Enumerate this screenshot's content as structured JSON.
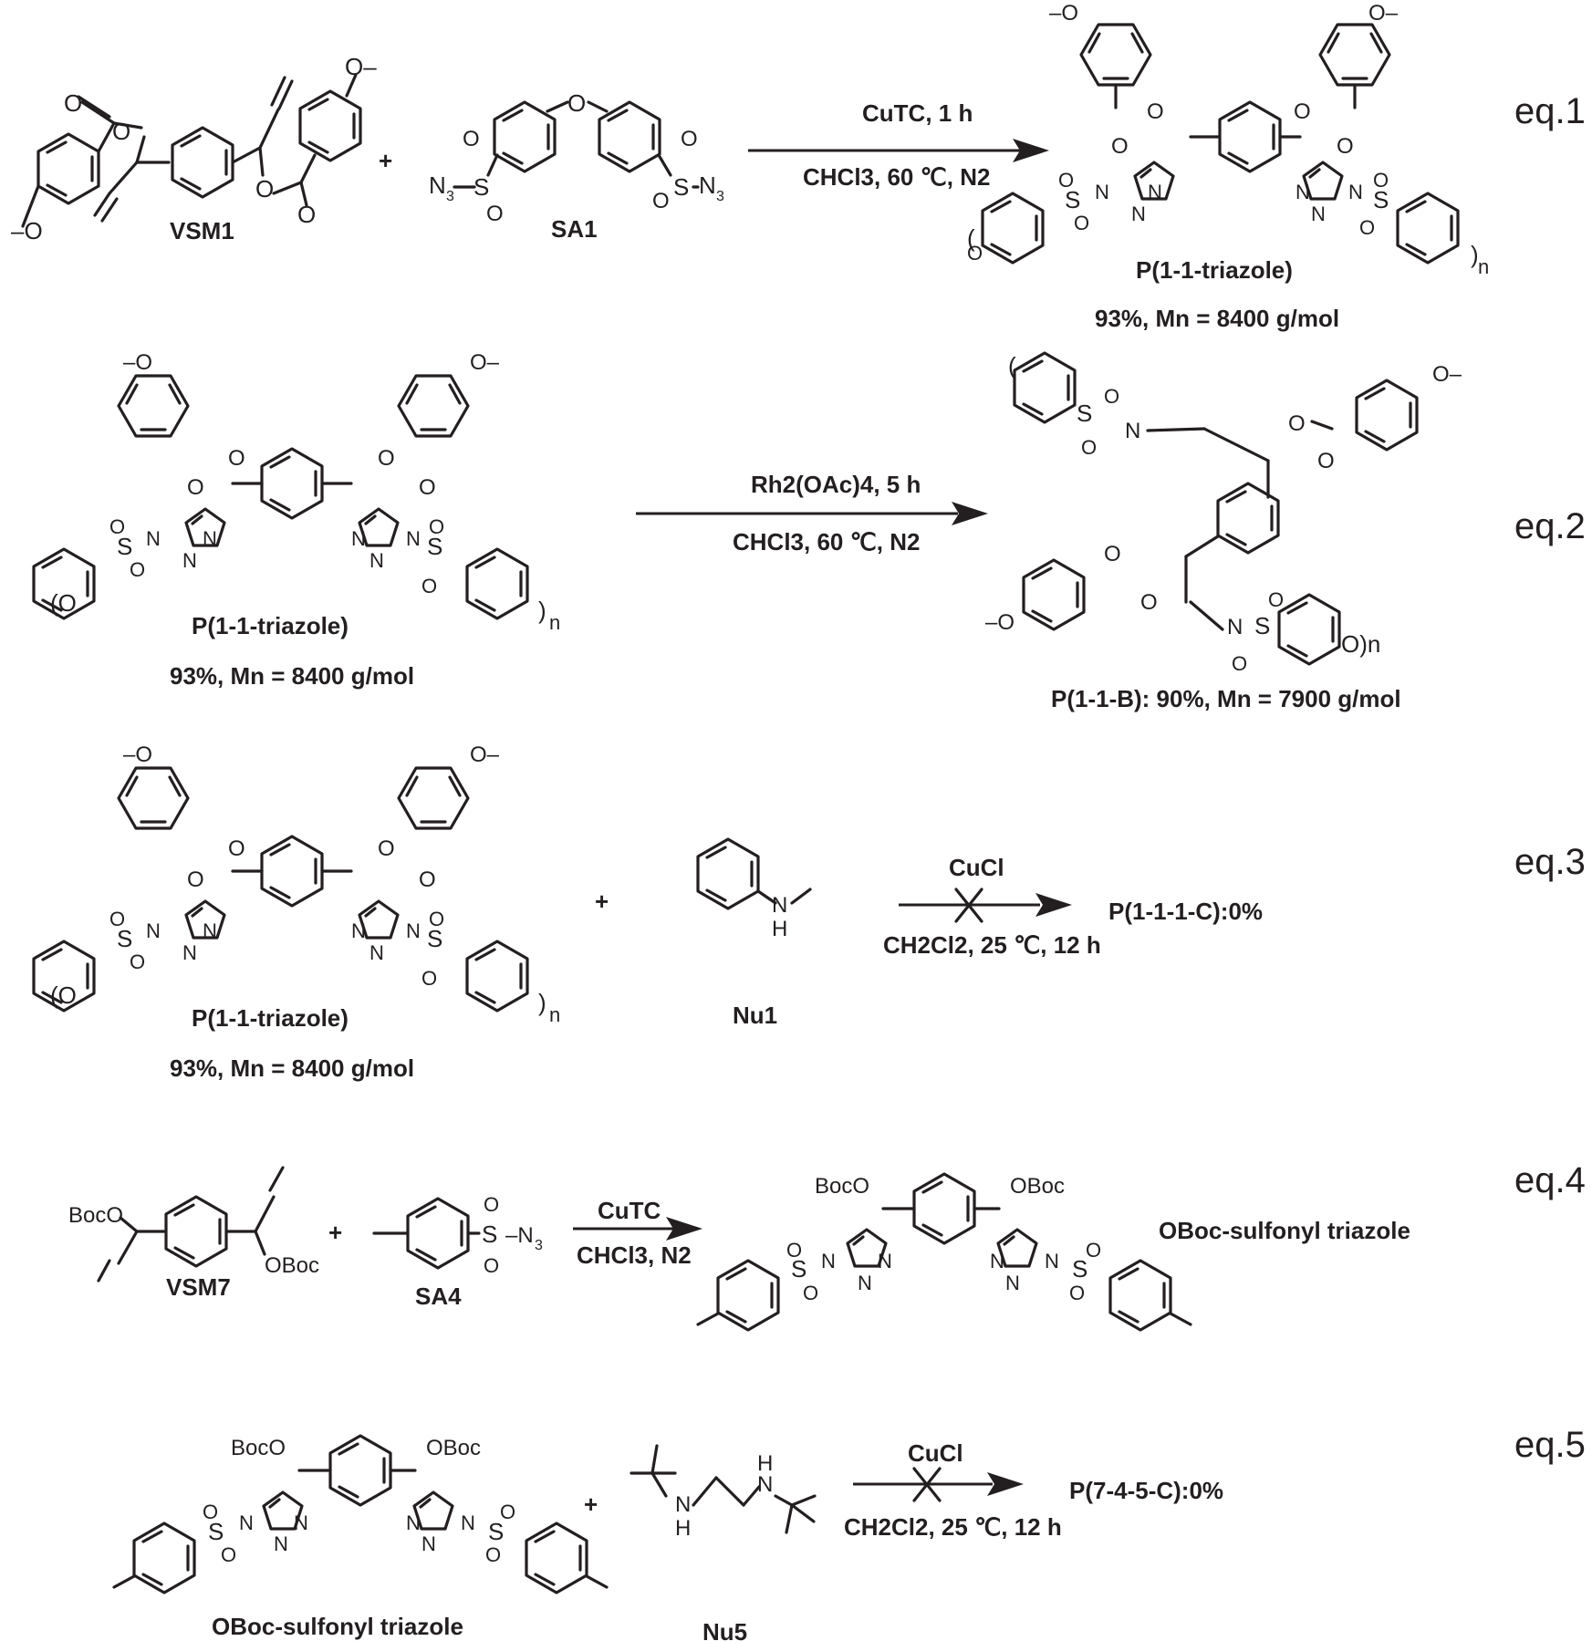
{
  "equations": [
    {
      "tag": "eq.1",
      "reactants": [
        "VSM1",
        "SA1"
      ],
      "plus": "+",
      "conditions_top": "CuTC, 1 h",
      "conditions_bottom": "CHCl3, 60 ℃,  N2",
      "product": "P(1-1-triazole)",
      "yield": "93%, Mn = 8400 g/mol",
      "blocked": false
    },
    {
      "tag": "eq.2",
      "reactants": [
        "P(1-1-triazole)"
      ],
      "reactant_yield": "93%, Mn = 8400 g/mol",
      "conditions_top": "Rh2(OAc)4, 5 h",
      "conditions_bottom": "CHCl3, 60 ℃,  N2",
      "product_yield": "P(1-1-B): 90%, Mn = 7900 g/mol",
      "blocked": false
    },
    {
      "tag": "eq.3",
      "reactants": [
        "P(1-1-triazole)",
        "Nu1"
      ],
      "reactant_yield": "93%, Mn = 8400 g/mol",
      "plus": "+",
      "conditions_top": "CuCl",
      "conditions_bottom": "CH2Cl2, 25 ℃,  12 h",
      "product": "P(1-1-1-C):0%",
      "blocked": true
    },
    {
      "tag": "eq.4",
      "reactants": [
        "VSM7",
        "SA4"
      ],
      "plus": "+",
      "conditions_top": "CuTC",
      "conditions_bottom": "CHCl3, N2",
      "product": "OBoc-sulfonyl triazole",
      "blocked": false
    },
    {
      "tag": "eq.5",
      "reactants": [
        "OBoc-sulfonyl triazole",
        "Nu5"
      ],
      "plus": "+",
      "conditions_top": "CuCl",
      "conditions_bottom": "CH2Cl2, 25 ℃, 12 h",
      "product": "P(7-4-5-C):0%",
      "blocked": true
    }
  ]
}
